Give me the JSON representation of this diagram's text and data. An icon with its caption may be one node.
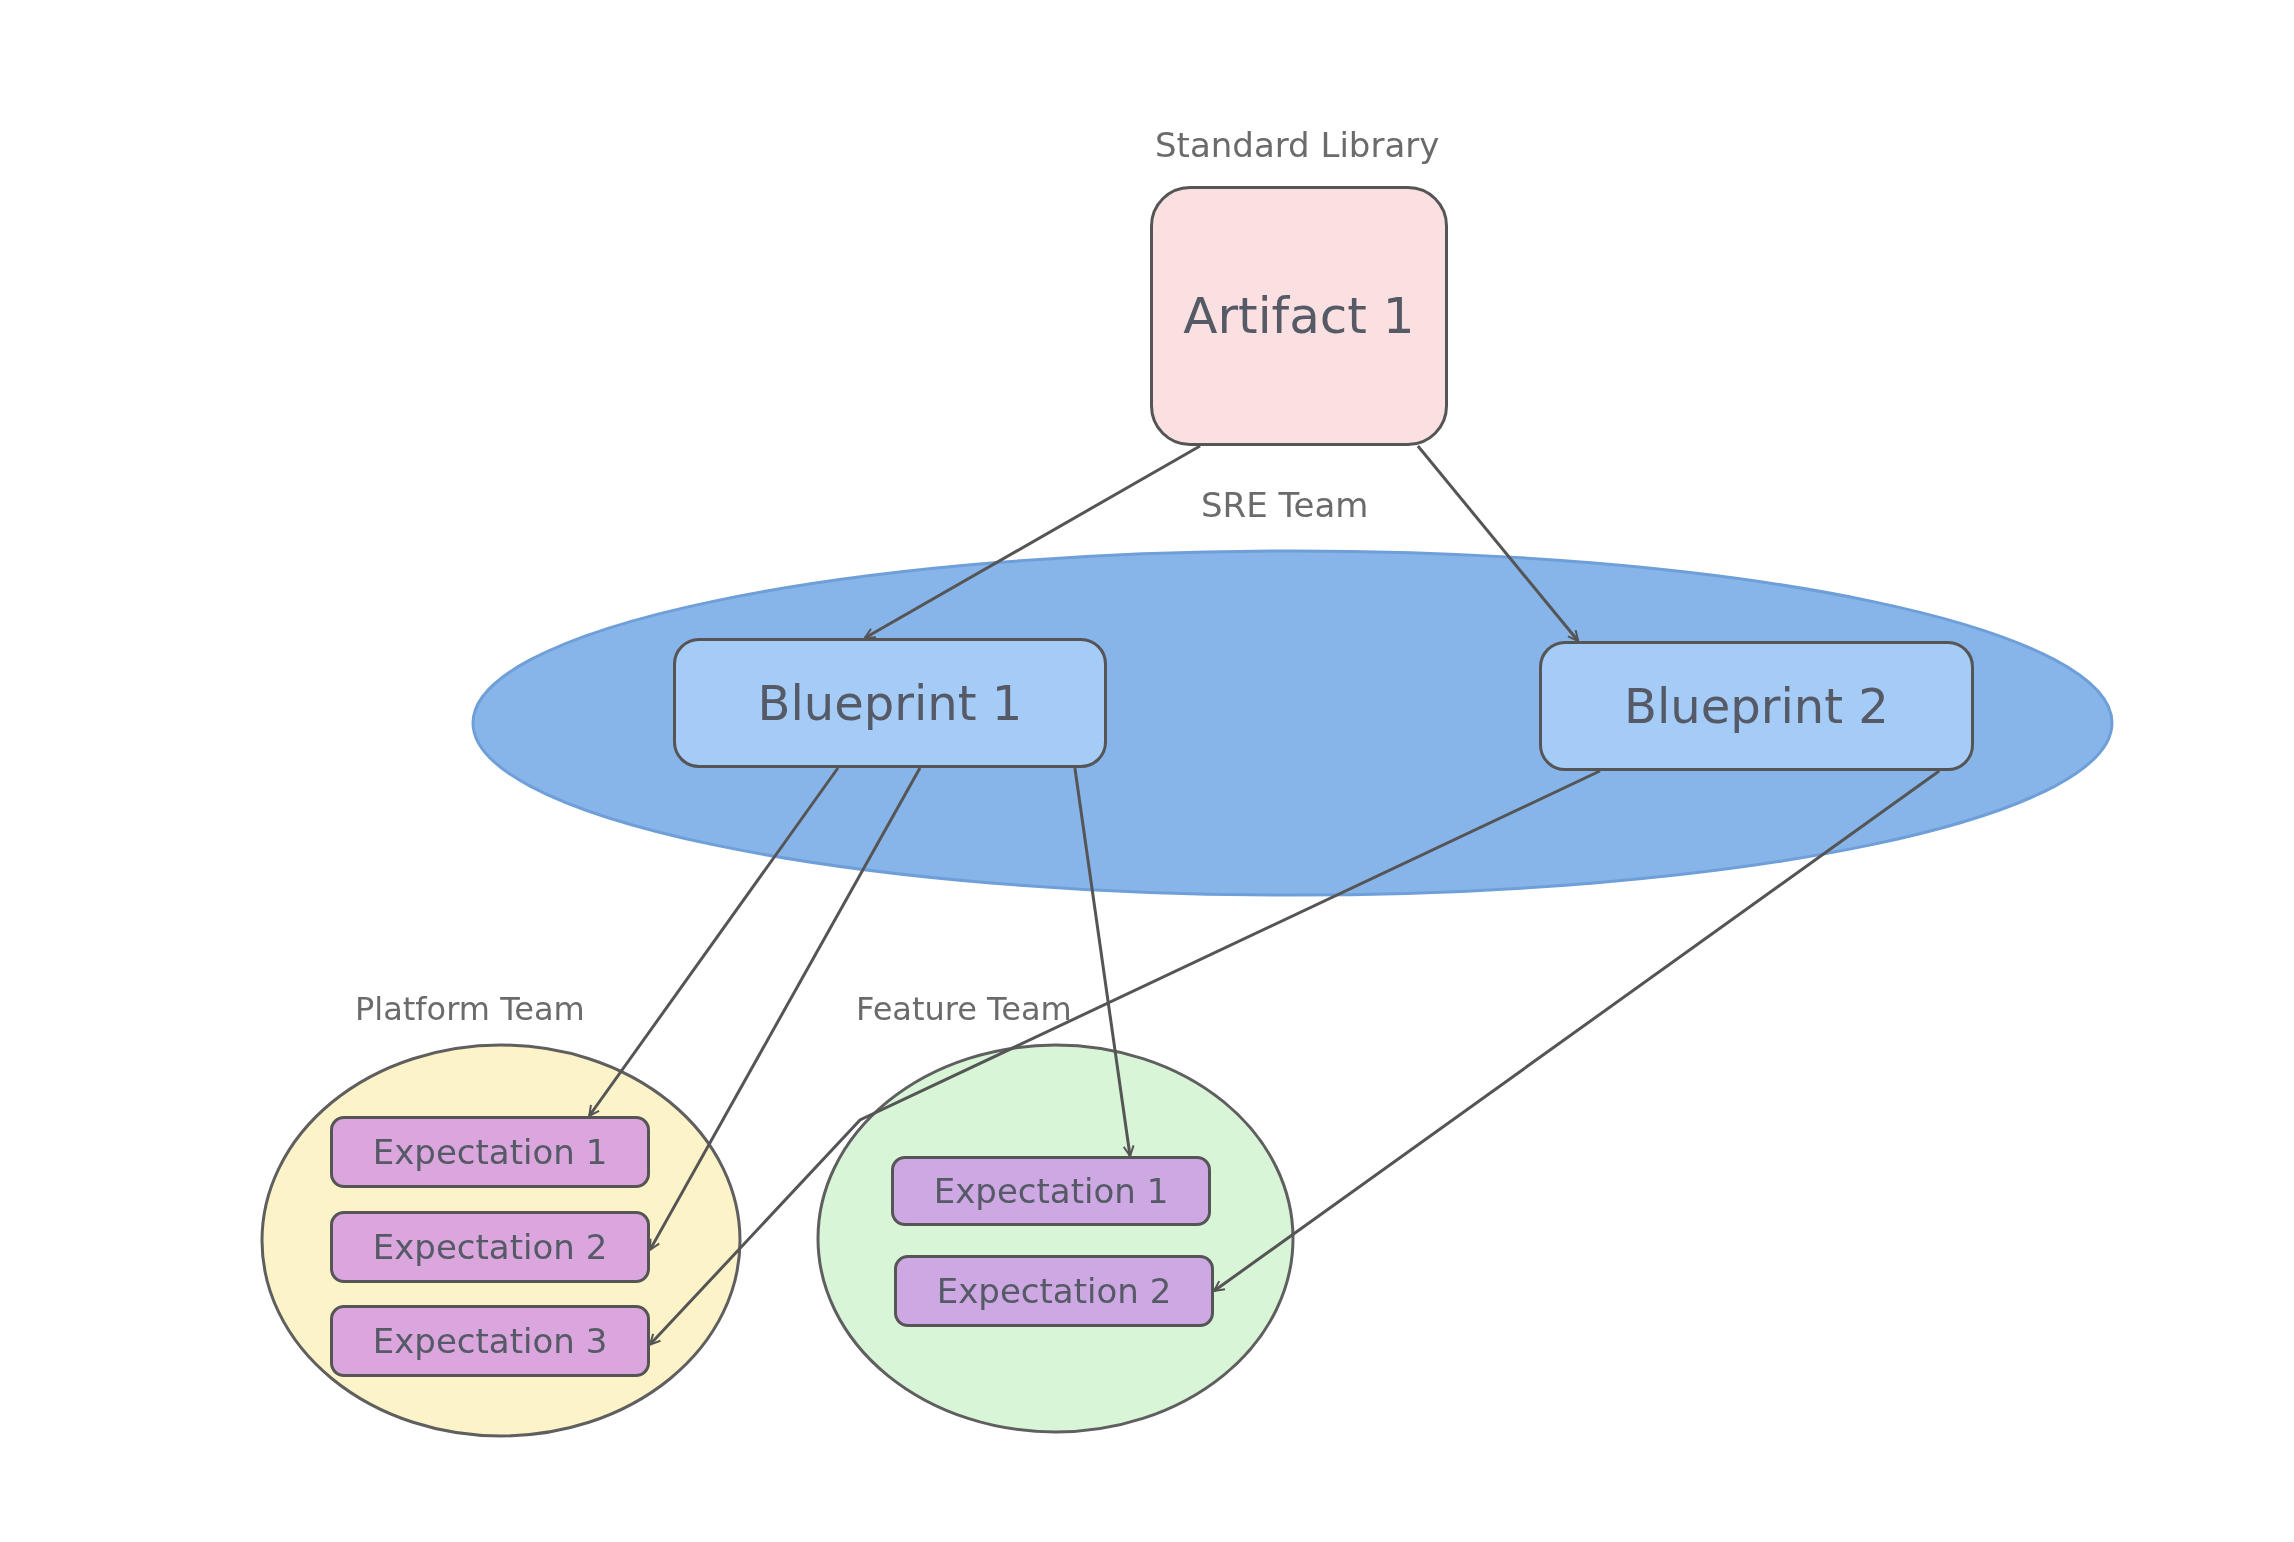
{
  "diagram": {
    "nodes": [
      {
        "text": [
          "Standard Library",
          "Artifact 1"
        ]
      },
      {
        "text": [
          "SRE Team"
        ]
      },
      {
        "text": [
          "Blueprint 1"
        ],
        "in": 1
      },
      {
        "text": [
          "Blueprint 2"
        ],
        "in": 1
      },
      {
        "text": [
          "Platform Team"
        ]
      },
      {
        "text": [
          "Expectation 1"
        ],
        "in": 4
      },
      {
        "text": [
          "Expectation 2"
        ],
        "in": 4
      },
      {
        "text": [
          "Expectation 3"
        ],
        "in": 4
      },
      {
        "text": [
          "Feature Team"
        ]
      },
      {
        "text": [
          "Expectation 1"
        ],
        "in": 8
      },
      {
        "text": [
          "Expectation 2"
        ],
        "in": 8
      }
    ],
    "edges": [
      {
        "from": 0,
        "to": 2,
        "arrow": "to"
      },
      {
        "from": 0,
        "to": 3,
        "arrow": "to"
      },
      {
        "from": 2,
        "to": 5,
        "arrow": "to"
      },
      {
        "from": 2,
        "to": 6,
        "arrow": "to"
      },
      {
        "from": 2,
        "to": 9,
        "arrow": "to"
      },
      {
        "from": 3,
        "to": 7,
        "arrow": "to"
      },
      {
        "from": 3,
        "to": 10,
        "arrow": "to"
      }
    ]
  }
}
